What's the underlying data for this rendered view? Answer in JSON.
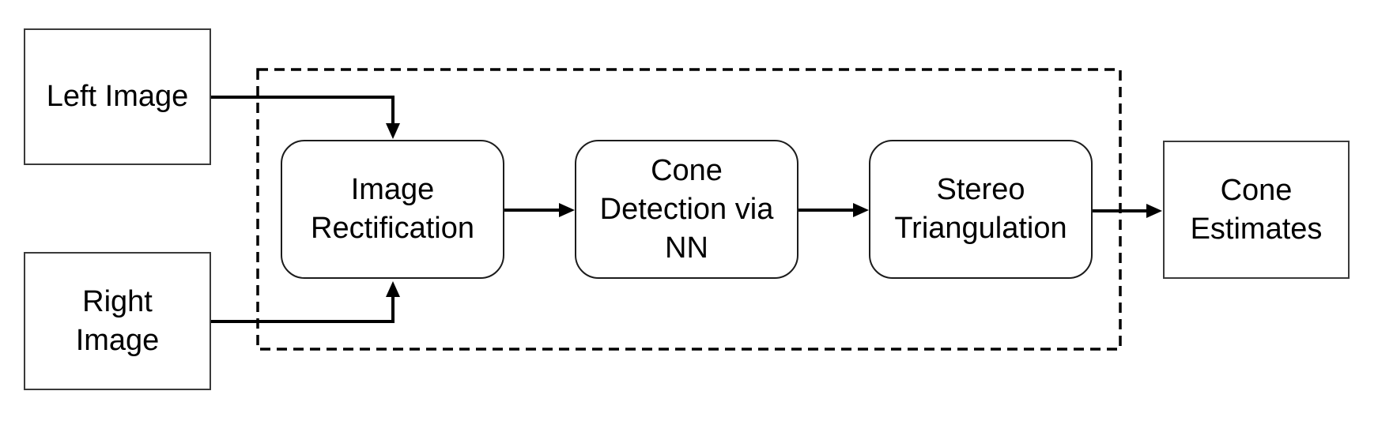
{
  "diagram": {
    "nodes": {
      "left_image": {
        "lines": [
          "Left Image"
        ]
      },
      "right_image": {
        "lines": [
          "Right",
          "Image"
        ]
      },
      "image_rectification": {
        "lines": [
          "Image",
          "Rectification"
        ]
      },
      "cone_detection": {
        "lines": [
          "Cone",
          "Detection via",
          "NN"
        ]
      },
      "stereo_triangulation": {
        "lines": [
          "Stereo",
          "Triangulation"
        ]
      },
      "cone_estimates": {
        "lines": [
          "Cone",
          "Estimates"
        ]
      }
    },
    "connections": [
      {
        "from": "Left Image",
        "to": "Image Rectification"
      },
      {
        "from": "Right Image",
        "to": "Image Rectification"
      },
      {
        "from": "Image Rectification",
        "to": "Cone Detection via NN"
      },
      {
        "from": "Cone Detection via NN",
        "to": "Stereo Triangulation"
      },
      {
        "from": "Stereo Triangulation",
        "to": "Cone Estimates"
      }
    ],
    "colors": {
      "background": "#ffffff",
      "text": "#000000",
      "arrow": "#000000",
      "dashed_container_border": "#000000",
      "rect_box_border": "#3a3a3a",
      "rounded_box_border": "#1c1c1c"
    }
  }
}
